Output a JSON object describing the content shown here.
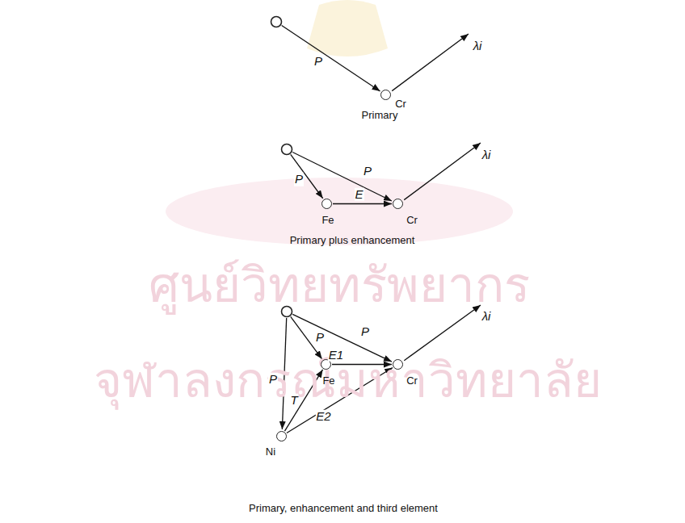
{
  "diagram": {
    "nodes": [
      {
        "text": [
          "Cr"
        ]
      },
      {
        "text": [
          "Fe"
        ]
      },
      {
        "text": [
          "Cr"
        ]
      },
      {
        "text": [
          "Fe"
        ]
      },
      {
        "text": [
          "Cr"
        ]
      },
      {
        "text": [
          "Ni"
        ]
      }
    ],
    "edges": [
      {
        "from": 1,
        "to": 2,
        "arrow": "to",
        "label": "E"
      },
      {
        "from": 3,
        "to": 4,
        "arrow": "to",
        "label": "E1"
      },
      {
        "from": 5,
        "to": 3,
        "arrow": "to",
        "label": "T"
      },
      {
        "from": 5,
        "to": 4,
        "arrow": "to",
        "label": "E2"
      }
    ],
    "labels": [
      "P",
      "λi",
      "Primary",
      "P",
      "P",
      "λi",
      "Primary plus enhancement",
      "P",
      "P",
      "P",
      "λi",
      "Primary, enhancement and third element",
      "ศูนย์วิทยทรัพยากร",
      "จุฬาลงกรณ์มหาวิทยาลัย"
    ]
  }
}
